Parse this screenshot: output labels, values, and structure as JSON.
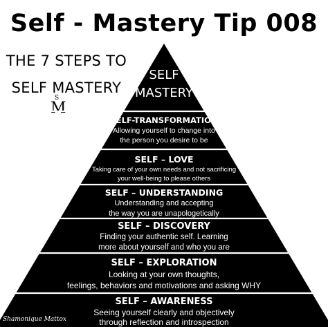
{
  "title": "Self - Mastery Tip 008",
  "subtitle": {
    "line1": "THE 7 STEPS TO",
    "line2": "SELF MASTERY"
  },
  "logo": {
    "small": "S",
    "large": "M"
  },
  "apex": {
    "line1": "SELF",
    "line2": "MASTERY"
  },
  "levels": [
    {
      "heading": "SELF-TRANSFORMATION",
      "line1": "Allowing yourself to change into",
      "line2": "the person you desire to be"
    },
    {
      "heading": "SELF – LOVE",
      "line1": "Taking care of your own needs and not sacrificing",
      "line2": "your well-being to please others"
    },
    {
      "heading": "SELF – UNDERSTANDING",
      "line1": "Understanding and accepting",
      "line2": "the way you are unapologetically"
    },
    {
      "heading": "SELF – DISCOVERY",
      "line1": "Finding your authentic self. Learning",
      "line2": "more about yourself and who you are"
    },
    {
      "heading": "SELF – EXPLORATION",
      "line1": "Looking at your own thoughts,",
      "line2": "feelings, behaviors and motivations and asking WHY"
    },
    {
      "heading": "SELF – AWARENESS",
      "line1": "Seeing yourself clearly and objectively",
      "line2": "through reflection and introspection"
    }
  ],
  "signature": "Shamonique Mattox",
  "colors": {
    "pyramid": "#000000",
    "divider": "#ffffff",
    "background": "#ffffff"
  }
}
